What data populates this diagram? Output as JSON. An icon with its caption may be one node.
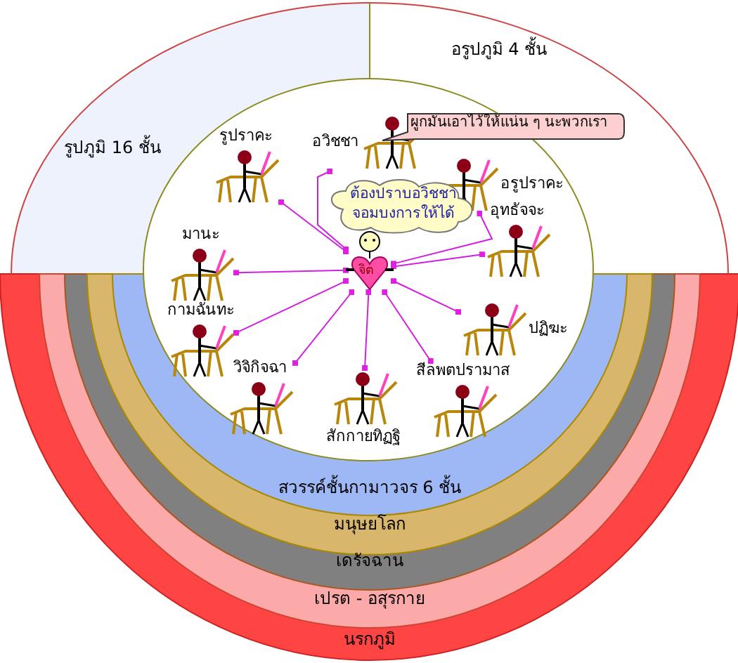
{
  "diagram": {
    "nodes": [
      {
        "text": [
          "รูปภูมิ 16 ชั้น"
        ]
      },
      {
        "text": [
          "อรูปภูมิ 4 ชั้น"
        ]
      },
      {
        "text": [
          "อวิชชา"
        ]
      },
      {
        "text": [
          "รูปราคะ"
        ]
      },
      {
        "text": [
          "อรูปราคะ"
        ]
      },
      {
        "text": [
          "มานะ"
        ]
      },
      {
        "text": [
          "อุทธัจจะ"
        ]
      },
      {
        "text": [
          "กามฉันทะ"
        ]
      },
      {
        "text": [
          "ปฏิฆะ"
        ]
      },
      {
        "text": [
          "วิจิกิจฉา"
        ]
      },
      {
        "text": [
          "สีลพตปรามาส"
        ]
      },
      {
        "text": [
          "สักกายทิฏฐิ"
        ]
      },
      {
        "text": [
          "จิต"
        ]
      },
      {
        "text": [
          "ต้องปราบอวิชชาจอมบงการให้ได้"
        ]
      },
      {
        "text": [
          "ผูกมันเอาไว้ให้แน่น ๆ นะพวกเรา"
        ]
      },
      {
        "text": [
          "สวรรค์ชั้นกามาวจร 6 ชั้น"
        ]
      },
      {
        "text": [
          "มนุษยโลก"
        ]
      },
      {
        "text": [
          "เดรัจฉาน"
        ]
      },
      {
        "text": [
          "เปรต - อสุรกาย"
        ]
      },
      {
        "text": [
          "นรกภูมิ"
        ]
      }
    ],
    "edges": [
      {
        "from": 12,
        "to": 2,
        "arrow": "other"
      },
      {
        "from": 12,
        "to": 3,
        "arrow": "other"
      },
      {
        "from": 12,
        "to": 4,
        "arrow": "other"
      },
      {
        "from": 12,
        "to": 5,
        "arrow": "other"
      },
      {
        "from": 12,
        "to": 6,
        "arrow": "other"
      },
      {
        "from": 12,
        "to": 7,
        "arrow": "other"
      },
      {
        "from": 12,
        "to": 8,
        "arrow": "other"
      },
      {
        "from": 12,
        "to": 9,
        "arrow": "other"
      },
      {
        "from": 12,
        "to": 10,
        "arrow": "other"
      },
      {
        "from": 12,
        "to": 11,
        "arrow": "other"
      }
    ]
  }
}
